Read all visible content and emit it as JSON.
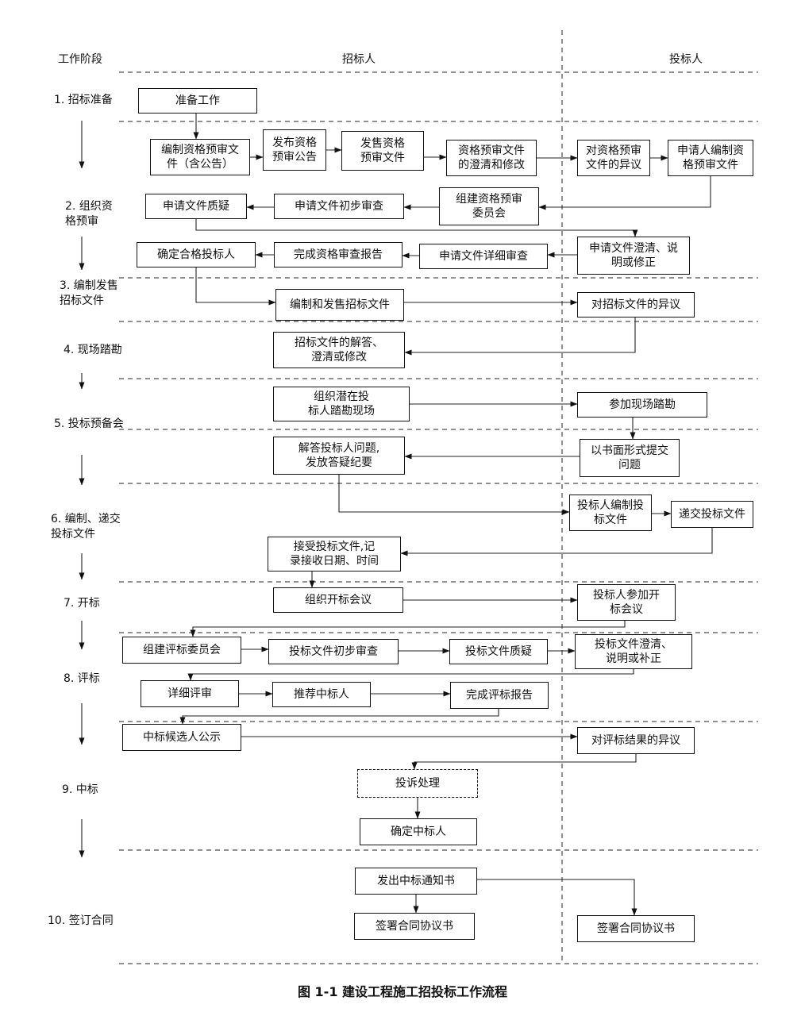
{
  "headers": {
    "stage": "工作阶段",
    "tenderer": "招标人",
    "bidder": "投标人"
  },
  "stages": [
    "1. 招标准备",
    "2. 组织资\n格预审",
    "3. 编制发售\n招标文件",
    "4. 现场踏勘",
    "5. 投标预备会",
    "6. 编制、递交\n投标文件",
    "7. 开标",
    "8. 评标",
    "9. 中标",
    "10. 签订合同"
  ],
  "boxes": {
    "prep_work": "准备工作",
    "compile_prequal": "编制资格预审文\n件（含公告）",
    "publish_notice": "发布资格\n预审公告",
    "sell_prequal": "发售资格\n预审文件",
    "clarify_prequal": "资格预审文件\n的澄清和修改",
    "objection_prequal": "对资格预审\n文件的异议",
    "applicant_compile": "申请人编制资\n格预审文件",
    "applicant_question": "申请文件质疑",
    "prelim_review": "申请文件初步审查",
    "form_committee": "组建资格预审\n委员会",
    "confirm_bidders": "确定合格投标人",
    "complete_report": "完成资格审查报告",
    "detail_review": "申请文件详细审查",
    "applicant_clarify": "申请文件澄清、说\n明或修正",
    "compile_sell_tender": "编制和发售招标文件",
    "objection_tender": "对招标文件的异议",
    "answer_tender": "招标文件的解答、\n澄清或修改",
    "organize_visit": "组织潜在投\n标人踏勘现场",
    "attend_visit": "参加现场踏勘",
    "answer_questions": "解答投标人问题,\n发放答疑纪要",
    "written_questions": "以书面形式提交\n问题",
    "bidder_compile": "投标人编制投\n标文件",
    "submit_bid": "递交投标文件",
    "accept_bid": "接受投标文件,记\n录接收日期、时间",
    "organize_opening": "组织开标会议",
    "attend_opening": "投标人参加开\n标会议",
    "form_eval": "组建评标委员会",
    "bid_prelim": "投标文件初步审查",
    "bid_question": "投标文件质疑",
    "bid_clarify": "投标文件澄清、\n说明或补正",
    "detailed_eval": "详细评审",
    "recommend": "推荐中标人",
    "eval_report": "完成评标报告",
    "publicize": "中标候选人公示",
    "objection_result": "对评标结果的异议",
    "complaint": "投诉处理",
    "determine_winner": "确定中标人",
    "issue_notice": "发出中标通知书",
    "sign_t": "签署合同协议书",
    "sign_b": "签署合同协议书"
  },
  "caption": "图 1-1    建设工程施工招投标工作流程"
}
